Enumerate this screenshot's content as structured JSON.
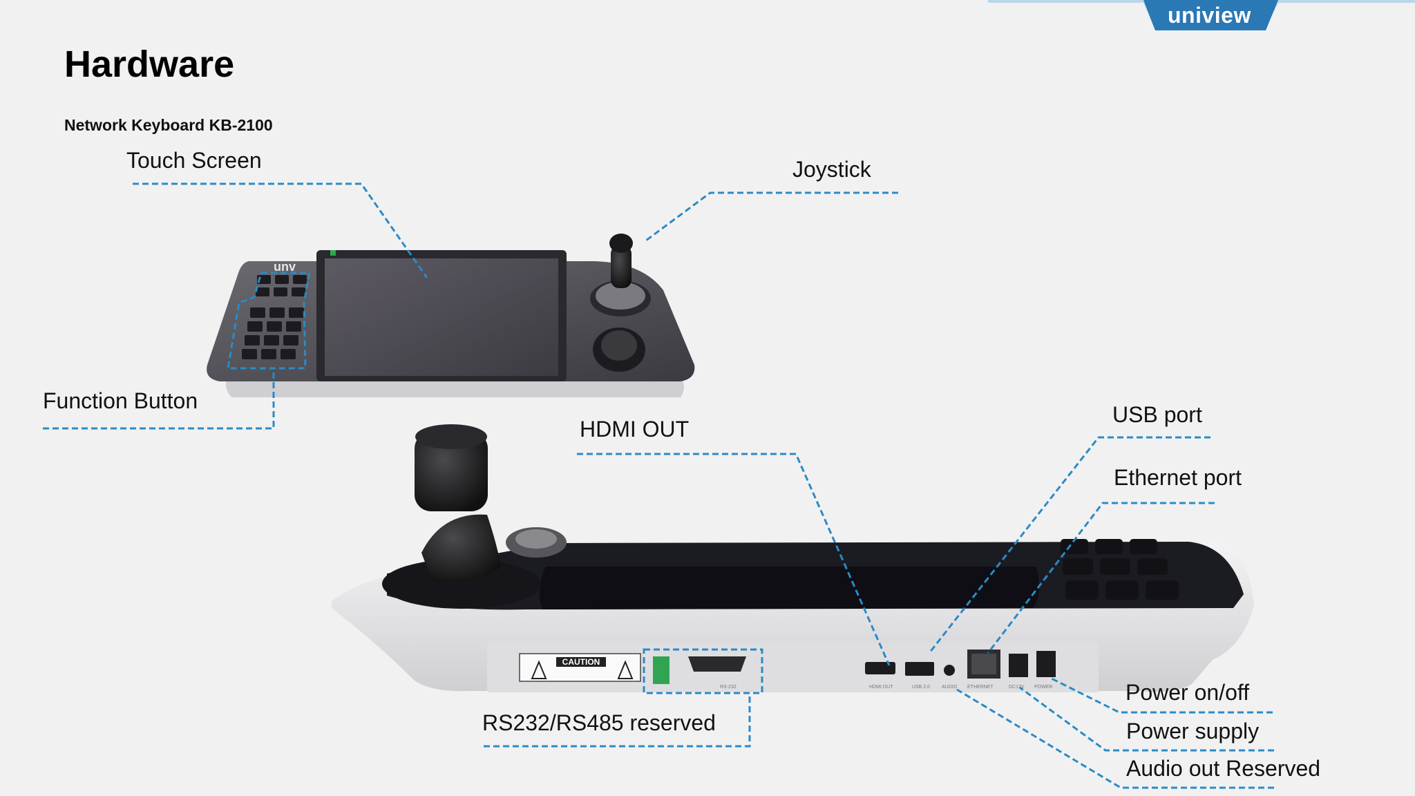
{
  "brand": {
    "logo_text": "uniview",
    "device_logo": "unv",
    "accent": "#2b8ac6",
    "logo_bg": "#2a78b4"
  },
  "slide": {
    "title": "Hardware",
    "subtitle": "Network Keyboard KB-2100"
  },
  "callouts": {
    "touch_screen": "Touch Screen",
    "joystick": "Joystick",
    "function_button": "Function Button",
    "hdmi_out": "HDMI OUT",
    "usb_port": "USB port",
    "ethernet_port": "Ethernet port",
    "rs232_rs485": "RS232/RS485 reserved",
    "power_onoff": "Power on/off",
    "power_supply": "Power supply",
    "audio_out": "Audio out Reserved"
  },
  "rear_panel": {
    "caution": "CAUTION",
    "port_labels": [
      "HDMI OUT",
      "USB 2.0",
      "AUDIO",
      "ETHERNET",
      "DC12V",
      "POWER",
      "RS-232"
    ]
  }
}
